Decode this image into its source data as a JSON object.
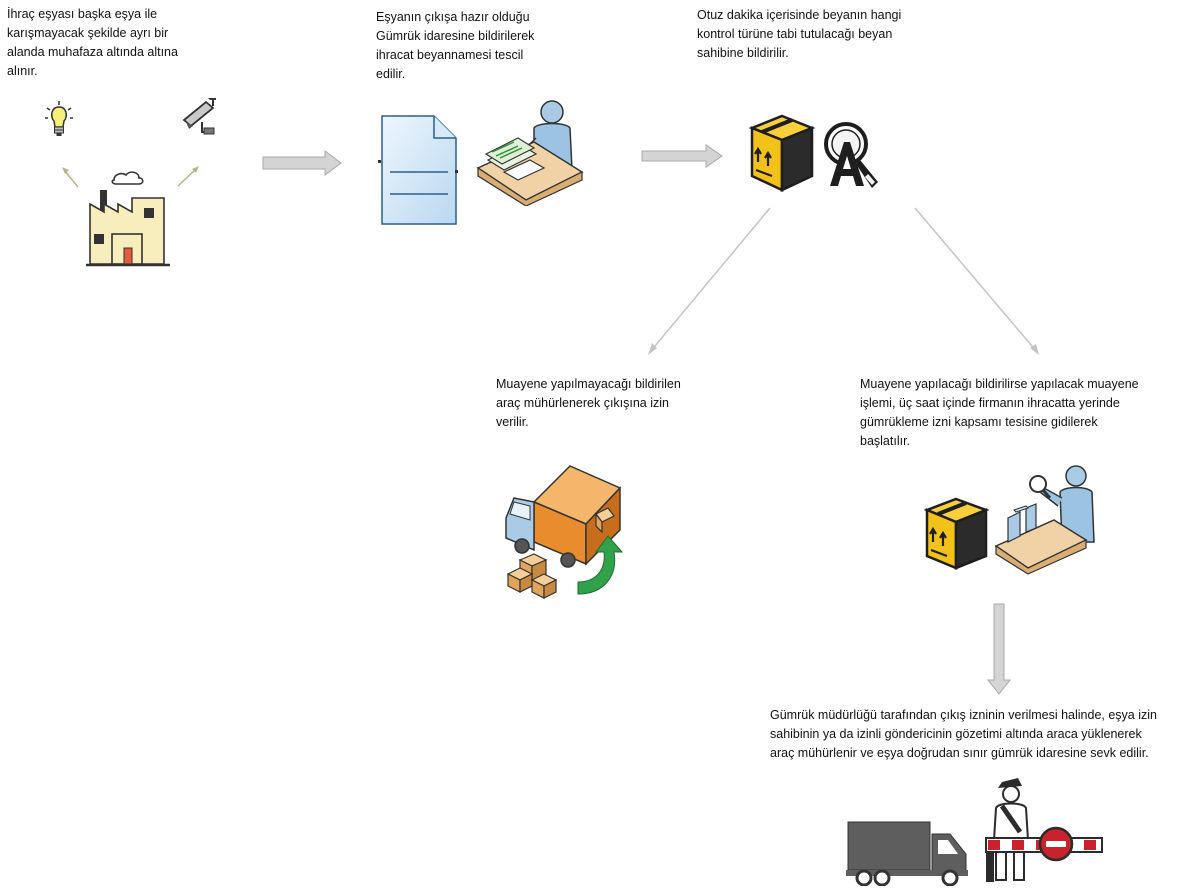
{
  "steps": {
    "storage": "İhraç eşyası başka eşya ile\nkarışmayacak şekilde ayrı bir\nalanda muhafaza altında altına\nalınır.",
    "declaration": "Eşyanın çıkışa hazır olduğu\nGümrük idaresine bildirilerek\nihracat beyannamesi tescil\nedilir.",
    "notification": "Otuz dakika içerisinde beyanın hangi\nkontrol türüne tabi tutulacağı beyan\nsahibine bildirilir.",
    "no_inspection": "Muayene yapılmayacağı bildirilen\naraç mühürlenerek çıkışına izin\nverilir.",
    "inspection": "Muayene yapılacağı bildirilirse yapılacak muayene\nişlemi, üç saat içinde firmanın ihracatta yerinde\ngümrükleme izni kapsamı tesisine gidilerek\nbaşlatılır.",
    "dispatch": "Gümrük müdürlüğü tarafından çıkış izninin verilmesi halinde, eşya izin\nsahibinin ya da izinli göndericinin gözetimi altında araca yüklenerek\naraç mühürlenir ve eşya doğrudan sınır gümrük idaresine sevk edilir."
  },
  "colors": {
    "arrow_gray": "#c8c8c8",
    "box_yellow": "#f2c21b",
    "box_dark": "#2b2b2b",
    "person_blue": "#9cc3e2",
    "desk_tan": "#f0d2a6",
    "truck_gray": "#5e5e5e",
    "barrier_red": "#c8232c",
    "green_arrow": "#2fa24a"
  },
  "icons": [
    "lightbulb-icon",
    "security-camera-icon",
    "factory-icon",
    "document-icon",
    "clerk-at-desk-icon",
    "package-icon",
    "inspection-magnifier-icon",
    "delivery-truck-icon",
    "inspector-conveyor-icon",
    "truck-icon",
    "customs-officer-barrier-icon"
  ]
}
